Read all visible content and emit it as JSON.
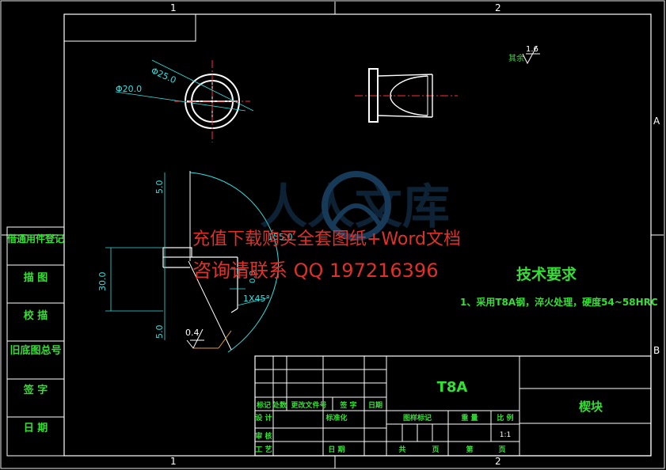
{
  "zones": {
    "top_1": "1",
    "top_2": "2",
    "bottom_1": "1",
    "bottom_2": "2",
    "right_a": "A",
    "right_b": "B"
  },
  "roughness": {
    "label": "其余",
    "value": "1.6"
  },
  "top_view": {
    "outer_dia": "Φ25.0",
    "inner_dia": "Φ20.0"
  },
  "front_view": {
    "dim_top": "5.0",
    "dim_mid": "30.0",
    "dim_bottom": "5.0",
    "radius": "155.0",
    "small_dim": "0.8",
    "chamfer": "1X45°",
    "roughness": "0.4"
  },
  "tech_req": {
    "title": "技术要求",
    "item": "1、采用T8A钢，淬火处理，硬度54~58HRC"
  },
  "side_table": {
    "rows": [
      "借通用件登记",
      "描  图",
      "校  描",
      "旧底图总号",
      "签  字",
      "日  期"
    ]
  },
  "title_block": {
    "material": "T8A",
    "part_name": "楔块",
    "rev_headers": [
      "标记",
      "处数",
      "更改文件号",
      "签 字",
      "日期"
    ],
    "design": "设 计",
    "standardize": "标准化",
    "review": "审 核",
    "process": "工 艺",
    "date": "日 期",
    "stage_label": "图样标记",
    "weight_label": "重 量",
    "scale_label": "比 例",
    "scale_value": "1:1",
    "total_label": "共",
    "sheet_label": "页",
    "sheet_no_label": "第",
    "sheet_end_label": "页"
  },
  "watermark": {
    "line1": "充值下载购买全套图纸+Word文档",
    "line2": "咨询请联系 QQ 197216396",
    "logo": "人人文库"
  }
}
